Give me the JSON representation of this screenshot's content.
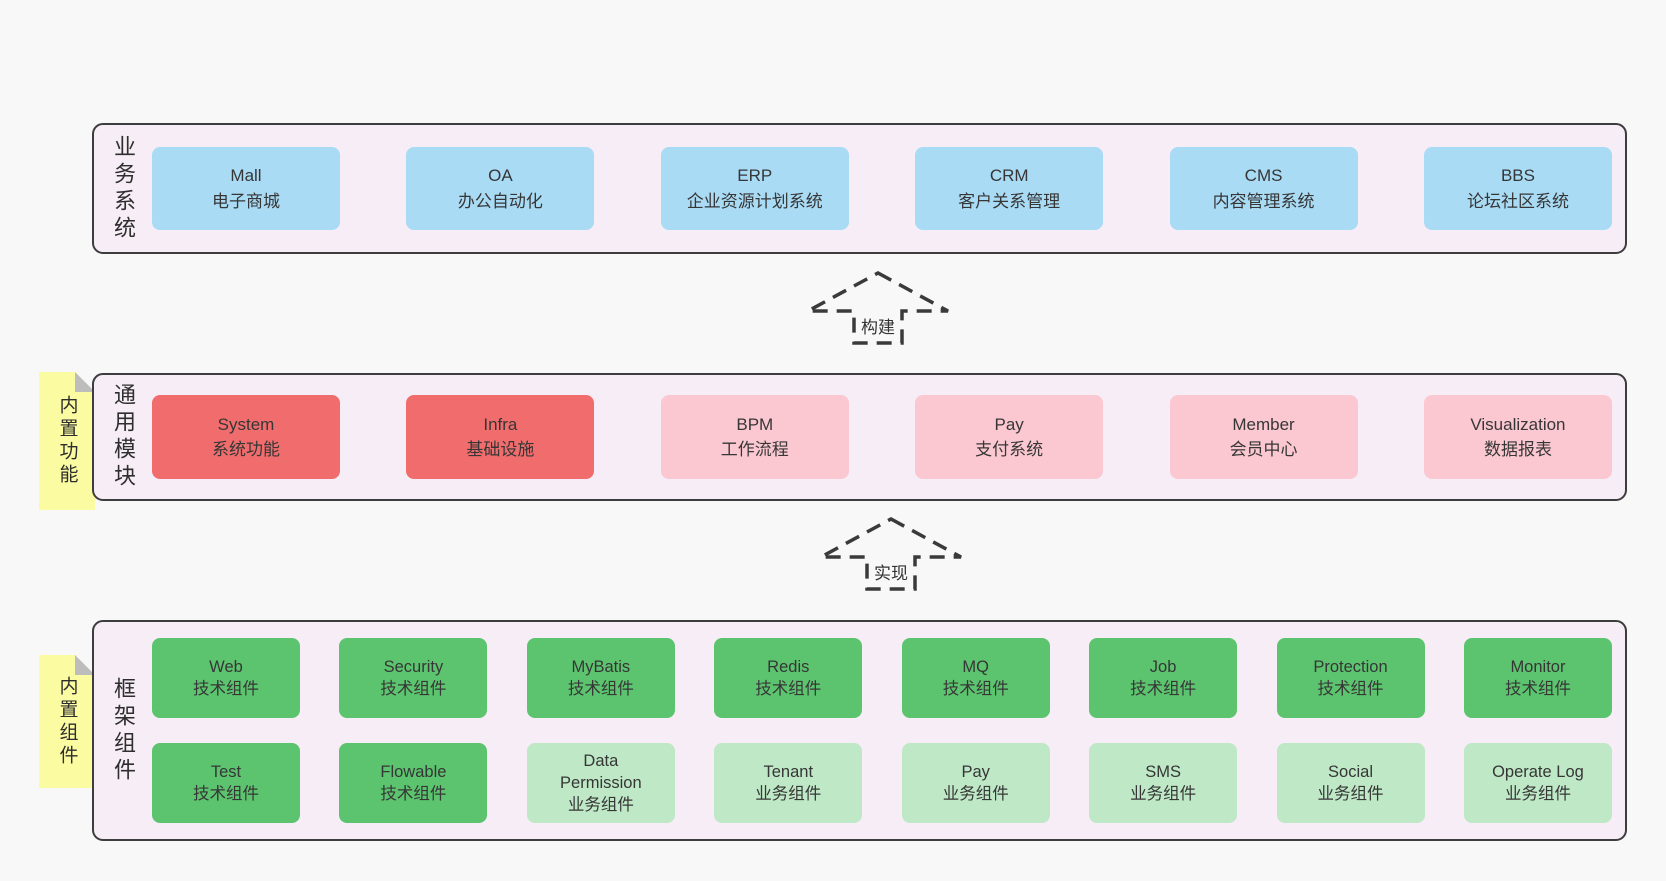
{
  "colors": {
    "page_bg": "#f8f8f8",
    "band_bg": "#f7edf6",
    "band_border": "#3d3d3d",
    "blue": "#a9dbf5",
    "red": "#f16c6c",
    "pink": "#fbc8d1",
    "green_dark": "#5cc46e",
    "green_light": "#bee8c6",
    "sticky_yellow": "#fbfba1",
    "sticky_fold": "#bdbdbd",
    "text": "#363636"
  },
  "bands": [
    {
      "label": "业务系统",
      "rows": [
        [
          {
            "en": "Mall",
            "zh": "电子商城",
            "variant": "blue"
          },
          {
            "en": "OA",
            "zh": "办公自动化",
            "variant": "blue"
          },
          {
            "en": "ERP",
            "zh": "企业资源计划系统",
            "variant": "blue"
          },
          {
            "en": "CRM",
            "zh": "客户关系管理",
            "variant": "blue"
          },
          {
            "en": "CMS",
            "zh": "内容管理系统",
            "variant": "blue"
          },
          {
            "en": "BBS",
            "zh": "论坛社区系统",
            "variant": "blue"
          }
        ]
      ]
    },
    {
      "label": "通用模块",
      "sticky": "内置功能",
      "rows": [
        [
          {
            "en": "System",
            "zh": "系统功能",
            "variant": "red"
          },
          {
            "en": "Infra",
            "zh": "基础设施",
            "variant": "red"
          },
          {
            "en": "BPM",
            "zh": "工作流程",
            "variant": "pink"
          },
          {
            "en": "Pay",
            "zh": "支付系统",
            "variant": "pink"
          },
          {
            "en": "Member",
            "zh": "会员中心",
            "variant": "pink"
          },
          {
            "en": "Visualization",
            "zh": "数据报表",
            "variant": "pink"
          }
        ]
      ]
    },
    {
      "label": "框架组件",
      "sticky": "内置组件",
      "rows": [
        [
          {
            "en": "Web",
            "zh": "技术组件",
            "variant": "green_dark"
          },
          {
            "en": "Security",
            "zh": "技术组件",
            "variant": "green_dark"
          },
          {
            "en": "MyBatis",
            "zh": "技术组件",
            "variant": "green_dark"
          },
          {
            "en": "Redis",
            "zh": "技术组件",
            "variant": "green_dark"
          },
          {
            "en": "MQ",
            "zh": "技术组件",
            "variant": "green_dark"
          },
          {
            "en": "Job",
            "zh": "技术组件",
            "variant": "green_dark"
          },
          {
            "en": "Protection",
            "zh": "技术组件",
            "variant": "green_dark"
          },
          {
            "en": "Monitor",
            "zh": "技术组件",
            "variant": "green_dark"
          }
        ],
        [
          {
            "en": "Test",
            "zh": "技术组件",
            "variant": "green_dark"
          },
          {
            "en": "Flowable",
            "zh": "技术组件",
            "variant": "green_dark"
          },
          {
            "en": "Data\nPermission",
            "zh": "业务组件",
            "variant": "green_light"
          },
          {
            "en": "Tenant",
            "zh": "业务组件",
            "variant": "green_light"
          },
          {
            "en": "Pay",
            "zh": "业务组件",
            "variant": "green_light"
          },
          {
            "en": "SMS",
            "zh": "业务组件",
            "variant": "green_light"
          },
          {
            "en": "Social",
            "zh": "业务组件",
            "variant": "green_light"
          },
          {
            "en": "Operate Log",
            "zh": "业务组件",
            "variant": "green_light"
          }
        ]
      ]
    }
  ],
  "arrows": [
    {
      "label": "构建"
    },
    {
      "label": "实现"
    }
  ]
}
